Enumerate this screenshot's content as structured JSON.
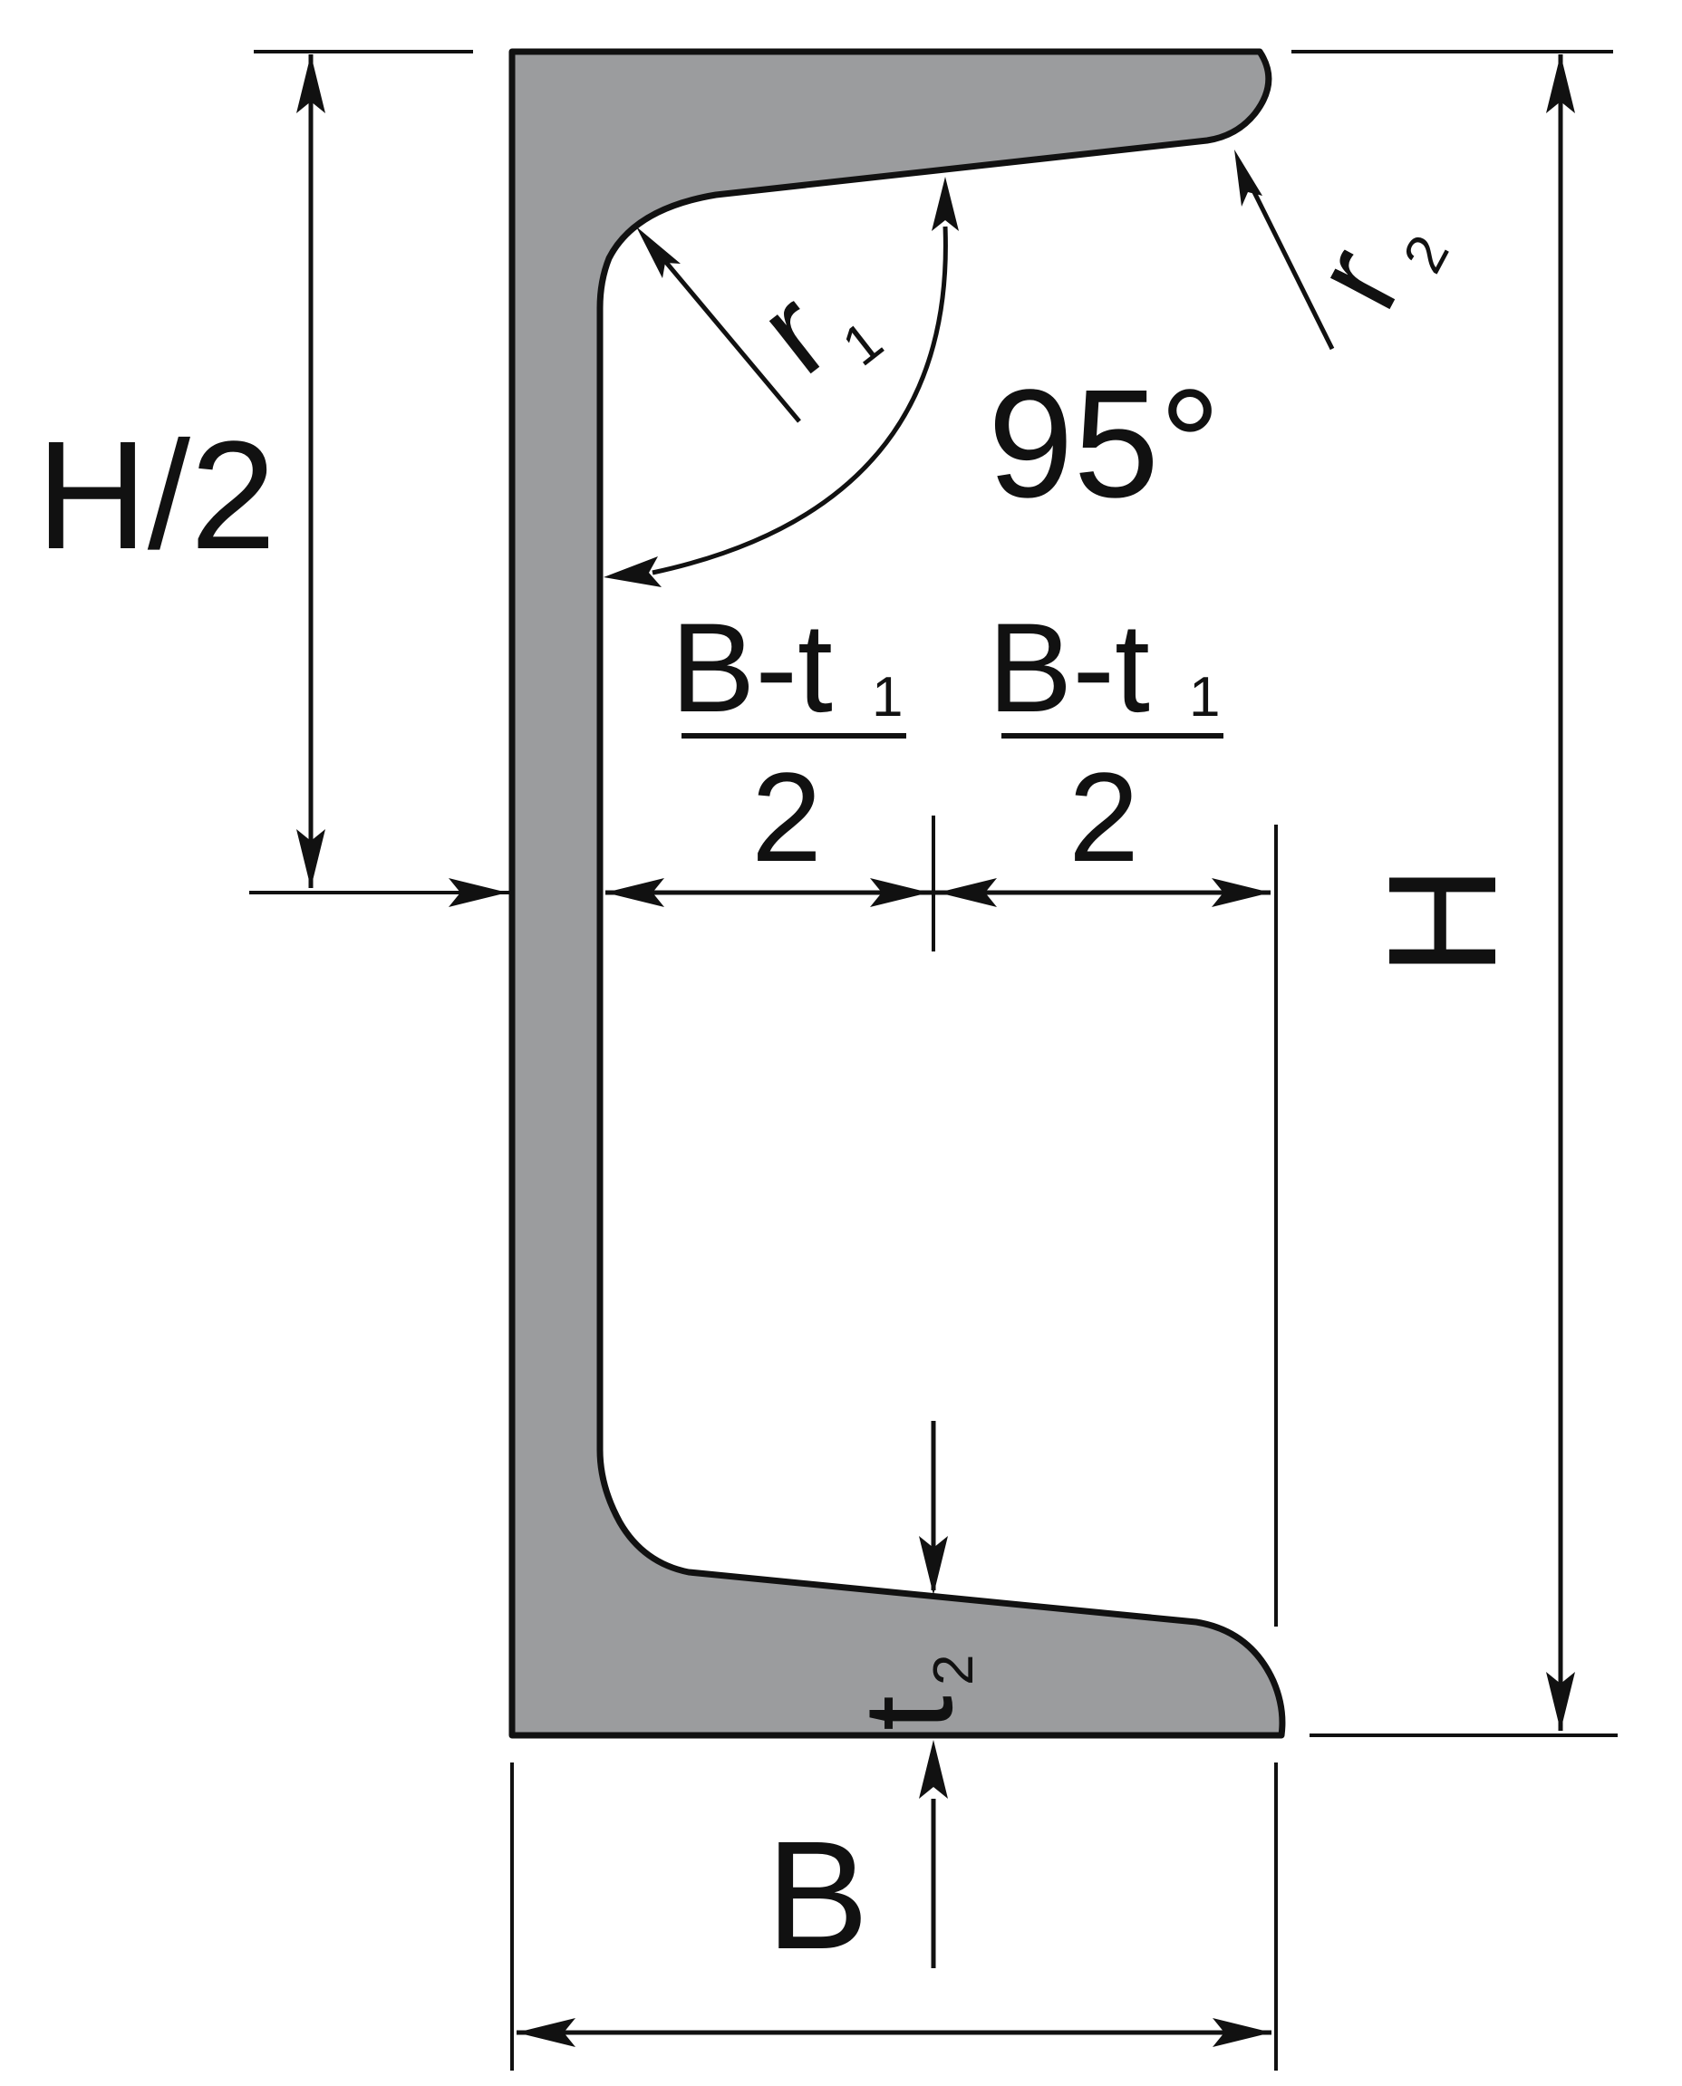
{
  "diagram": {
    "labels": {
      "half_height": "H/2",
      "height": "H",
      "angle": "95°",
      "fraction_left_numerator": "B-t",
      "fraction_left_numerator_subscript": "1",
      "fraction_left_denominator": "2",
      "fraction_right_numerator": "B-t",
      "fraction_right_numerator_subscript": "1",
      "fraction_right_denominator": "2",
      "radius_1": "r",
      "radius_1_subscript": "1",
      "radius_2": "r",
      "radius_2_subscript": "2",
      "thickness_2": "t",
      "thickness_2_subscript": "2",
      "width": "B"
    },
    "colors": {
      "profile_fill": "#9b9c9e",
      "stroke": "#111111",
      "background": "#ffffff"
    }
  }
}
